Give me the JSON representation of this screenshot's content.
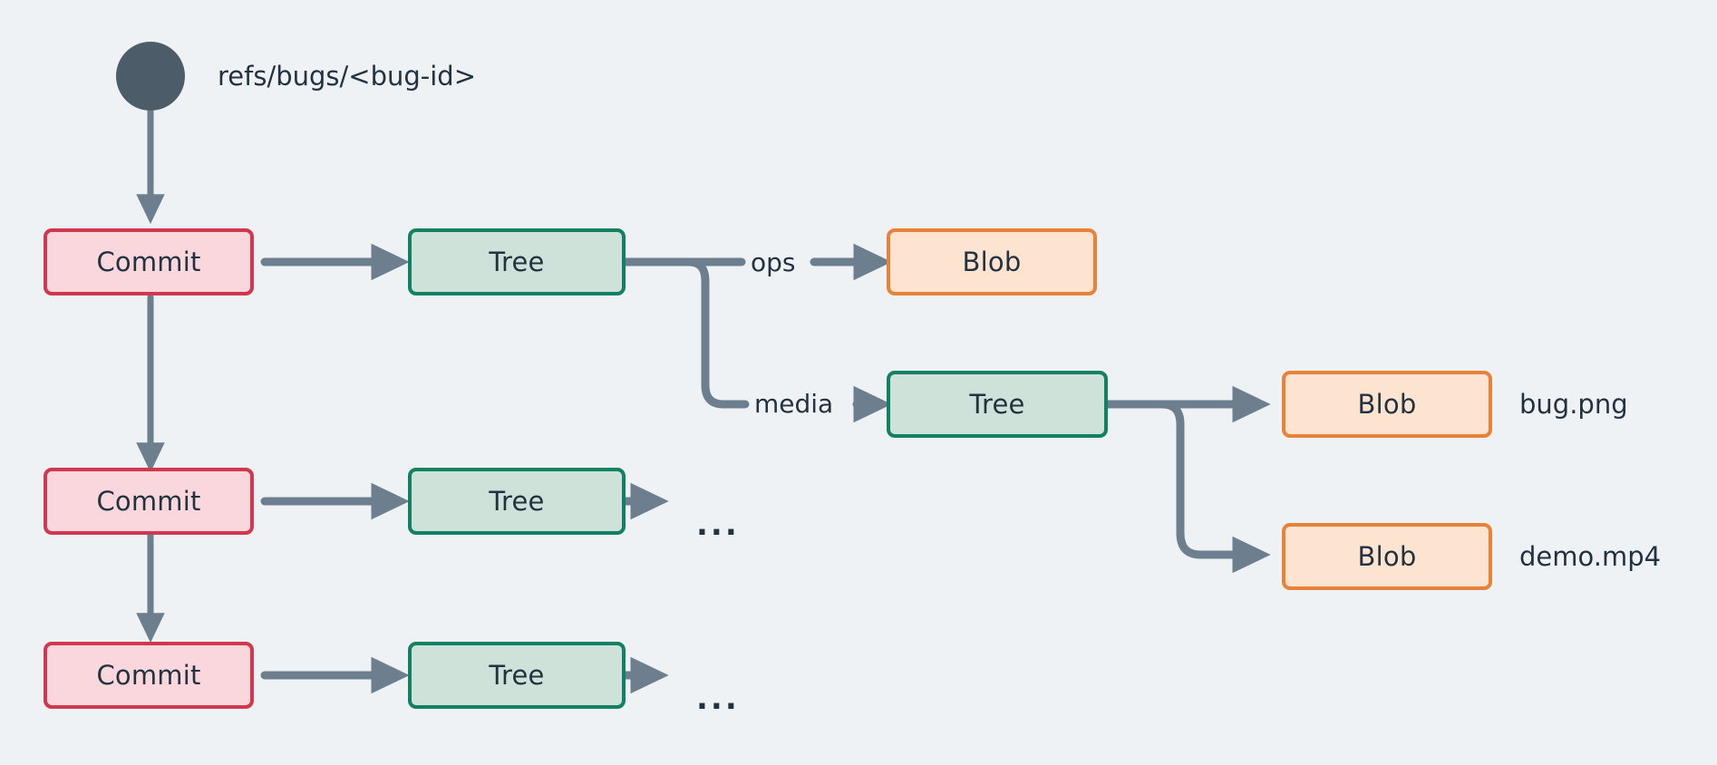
{
  "diagram": {
    "type": "git-object-graph",
    "background_color": "#eef2f5",
    "ref_label": "refs/bugs/<bug-id>",
    "root_node_name": "ref-pointer-dot",
    "colors": {
      "commit_border": "#d0384f",
      "commit_fill": "#f9d7dd",
      "tree_border": "#128063",
      "tree_fill": "#cfe2d9",
      "blob_border": "#e8823a",
      "blob_fill": "#fce4d0",
      "arrow": "#6d7f8f",
      "text": "#243240",
      "root_dot": "#4c5c68"
    },
    "commits": [
      {
        "label": "Commit"
      },
      {
        "label": "Commit"
      },
      {
        "label": "Commit"
      }
    ],
    "trees": [
      {
        "label": "Tree"
      },
      {
        "label": "Tree"
      },
      {
        "label": "Tree"
      },
      {
        "label": "Tree"
      }
    ],
    "blobs": [
      {
        "label": "Blob",
        "file": ""
      },
      {
        "label": "Blob",
        "file": "bug.png"
      },
      {
        "label": "Blob",
        "file": "demo.mp4"
      }
    ],
    "edge_labels": {
      "ops": "ops",
      "media": "media"
    },
    "ellipsis": "...",
    "ellipsis_rows": [
      {
        "text": "..."
      },
      {
        "text": "..."
      }
    ]
  }
}
